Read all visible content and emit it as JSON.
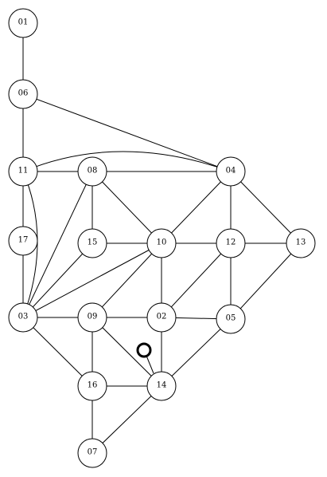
{
  "nodes": [
    {
      "id": "01",
      "label": "01"
    },
    {
      "id": "06",
      "label": "06"
    },
    {
      "id": "11",
      "label": "11"
    },
    {
      "id": "08",
      "label": "08"
    },
    {
      "id": "04",
      "label": "04"
    },
    {
      "id": "17",
      "label": "17"
    },
    {
      "id": "15",
      "label": "15"
    },
    {
      "id": "10",
      "label": "10"
    },
    {
      "id": "12",
      "label": "12"
    },
    {
      "id": "13",
      "label": "13"
    },
    {
      "id": "03",
      "label": "03"
    },
    {
      "id": "09",
      "label": "09"
    },
    {
      "id": "02",
      "label": "02"
    },
    {
      "id": "05",
      "label": "05"
    },
    {
      "id": "16",
      "label": "16"
    },
    {
      "id": "14",
      "label": "14"
    },
    {
      "id": "07",
      "label": "07"
    }
  ],
  "edges": [
    [
      "01",
      "06"
    ],
    [
      "06",
      "11"
    ],
    [
      "06",
      "04"
    ],
    [
      "11",
      "04"
    ],
    [
      "11",
      "08"
    ],
    [
      "11",
      "17"
    ],
    [
      "11",
      "03"
    ],
    [
      "08",
      "04"
    ],
    [
      "08",
      "15"
    ],
    [
      "08",
      "10"
    ],
    [
      "08",
      "03"
    ],
    [
      "04",
      "10"
    ],
    [
      "04",
      "12"
    ],
    [
      "04",
      "13"
    ],
    [
      "17",
      "03"
    ],
    [
      "15",
      "03"
    ],
    [
      "15",
      "10"
    ],
    [
      "10",
      "12"
    ],
    [
      "10",
      "03"
    ],
    [
      "10",
      "09"
    ],
    [
      "10",
      "02"
    ],
    [
      "12",
      "13"
    ],
    [
      "12",
      "02"
    ],
    [
      "12",
      "05"
    ],
    [
      "13",
      "05"
    ],
    [
      "03",
      "09"
    ],
    [
      "03",
      "16"
    ],
    [
      "09",
      "02"
    ],
    [
      "09",
      "16"
    ],
    [
      "09",
      "14"
    ],
    [
      "02",
      "05"
    ],
    [
      "02",
      "14"
    ],
    [
      "05",
      "14"
    ],
    [
      "16",
      "14"
    ],
    [
      "16",
      "07"
    ],
    [
      "14",
      "07"
    ]
  ],
  "marker": {
    "near": "14",
    "shape": "ring"
  },
  "colors": {
    "stroke": "#000000",
    "fill": "#ffffff"
  }
}
